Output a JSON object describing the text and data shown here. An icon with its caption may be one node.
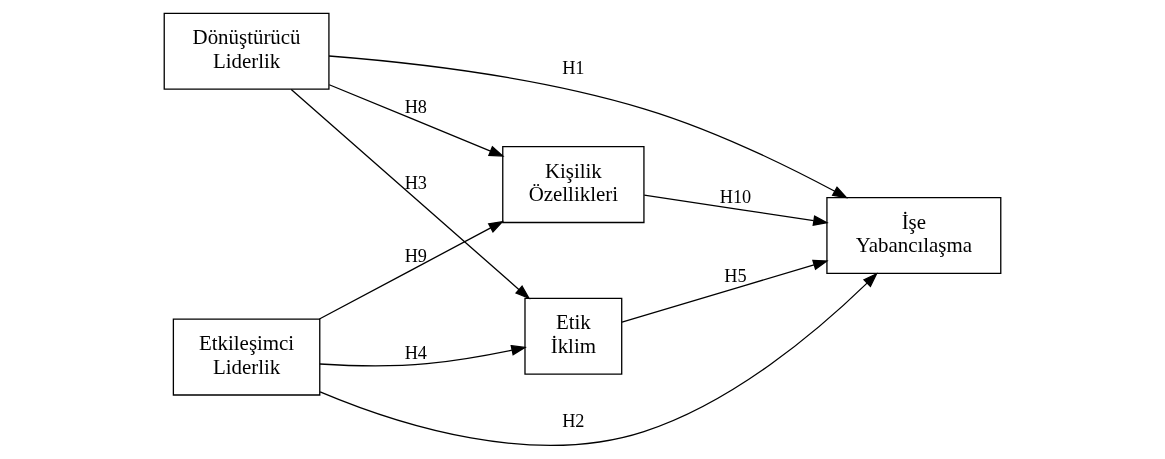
{
  "diagram": {
    "nodes": [
      {
        "text": [
          "Dönüştürücü Liderlik"
        ]
      },
      {
        "text": [
          "Etkileşimci Liderlik"
        ]
      },
      {
        "text": [
          "Kişilik Özellikleri"
        ]
      },
      {
        "text": [
          "Etik İklim"
        ]
      },
      {
        "text": [
          "İşe Yabancılaşma"
        ]
      }
    ],
    "edges": [
      {
        "from": 0,
        "to": 2,
        "arrow": "to",
        "label": "H8"
      },
      {
        "from": 1,
        "to": 2,
        "arrow": "to",
        "label": "H9"
      },
      {
        "from": 0,
        "to": 4,
        "arrow": "to",
        "label": "H1"
      },
      {
        "from": 1,
        "to": 4,
        "arrow": "to",
        "label": "H2"
      },
      {
        "from": 0,
        "to": 3,
        "arrow": "to",
        "label": "H3"
      },
      {
        "from": 1,
        "to": 3,
        "arrow": "to",
        "label": "H4"
      },
      {
        "from": 2,
        "to": 4,
        "arrow": "to",
        "label": "H10"
      },
      {
        "from": 3,
        "to": 4,
        "arrow": "to",
        "label": "H5"
      }
    ]
  }
}
